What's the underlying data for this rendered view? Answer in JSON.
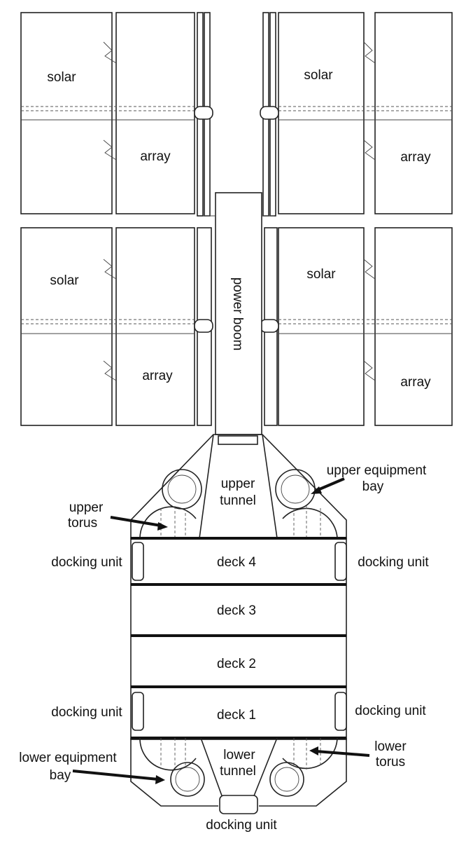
{
  "labels": {
    "solar_top_left": "solar",
    "array_top_left": "array",
    "solar_top_right": "solar",
    "array_top_right": "array",
    "solar_bottom_left": "solar",
    "array_bottom_left": "array",
    "solar_bottom_right": "solar",
    "array_bottom_right": "array",
    "power_boom": "power boom",
    "upper_tunnel_line1": "upper",
    "upper_tunnel_line2": "tunnel",
    "upper_equipment_bay_line1": "upper equipment",
    "upper_equipment_bay_line2": "bay",
    "upper_torus_line1": "upper",
    "upper_torus_line2": "torus",
    "docking_unit_deck4_left": "docking unit",
    "docking_unit_deck4_right": "docking unit",
    "deck4": "deck 4",
    "deck3": "deck 3",
    "deck2": "deck 2",
    "deck1": "deck 1",
    "docking_unit_deck1_left": "docking unit",
    "docking_unit_deck1_right": "docking unit",
    "lower_equipment_bay_line1": "lower equipment",
    "lower_equipment_bay_line2": "bay",
    "lower_tunnel_line1": "lower",
    "lower_tunnel_line2": "tunnel",
    "lower_torus_line1": "lower",
    "lower_torus_line2": "torus",
    "docking_unit_bottom": "docking unit"
  }
}
